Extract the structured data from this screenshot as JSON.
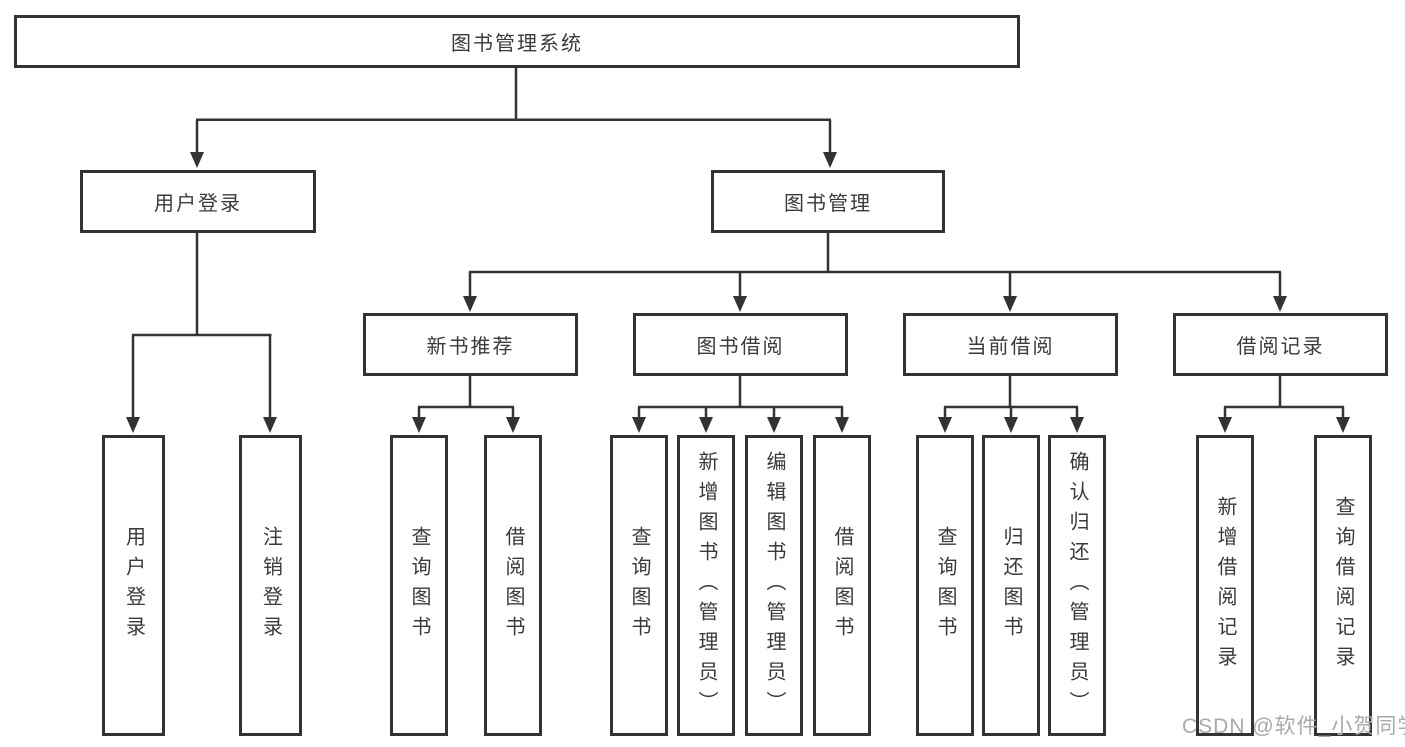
{
  "nodes": {
    "root": {
      "label": "图书管理系统"
    },
    "level2": {
      "user_login": {
        "label": "用户登录"
      },
      "book_management": {
        "label": "图书管理"
      }
    },
    "level3": {
      "new_book_recommend": {
        "label": "新书推荐"
      },
      "book_borrowing": {
        "label": "图书借阅"
      },
      "current_borrowing": {
        "label": "当前借阅"
      },
      "borrowing_records": {
        "label": "借阅记录"
      }
    },
    "leaves": {
      "user_login_leaf": {
        "label": "用户登录"
      },
      "logout": {
        "label": "注销登录"
      },
      "nb_query_books": {
        "label": "查询图书"
      },
      "nb_borrow_books": {
        "label": "借阅图书"
      },
      "bb_query_books": {
        "label": "查询图书"
      },
      "bb_add_books": {
        "label": "新增图书（管理员）"
      },
      "bb_edit_books": {
        "label": "编辑图书（管理员）"
      },
      "bb_borrow_books": {
        "label": "借阅图书"
      },
      "cb_query_books": {
        "label": "查询图书"
      },
      "cb_return_books": {
        "label": "归还图书"
      },
      "cb_confirm_return": {
        "label": "确认归还（管理员）"
      },
      "br_add_record": {
        "label": "新增借阅记录"
      },
      "br_query_record": {
        "label": "查询借阅记录"
      }
    }
  },
  "watermark": {
    "text": "CSDN @软件_小贺同学"
  },
  "colors": {
    "line": "#333333",
    "box_border": "#333333",
    "text": "#3a3a3a",
    "watermark": "#a9a9af",
    "background": "#ffffff"
  }
}
